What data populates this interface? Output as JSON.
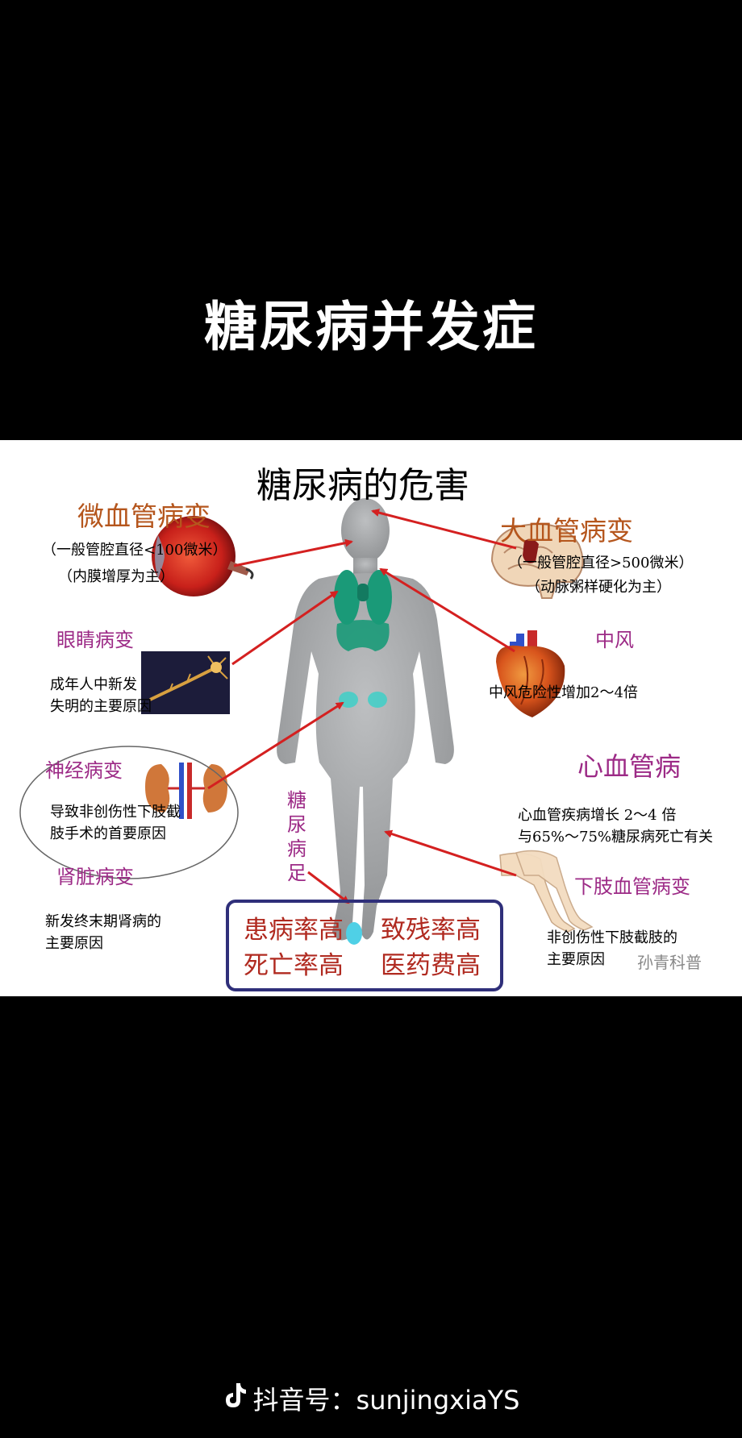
{
  "page": {
    "title": "糖尿病并发症",
    "footer": {
      "account_label": "抖音号：sunjingxiaYS"
    }
  },
  "diagram": {
    "heading": "糖尿病的危害",
    "micro": {
      "title": "微血管病变",
      "note1": "（一般管腔直径<100微米）",
      "note2": "（内膜增厚为主）",
      "eye": {
        "label": "眼睛病变",
        "line1": "成年人中新发",
        "line2": "失明的主要原因"
      },
      "nerve": {
        "label": "神经病变",
        "line1": "导致非创伤性下肢截",
        "line2": "肢手术的首要原因"
      },
      "kidney": {
        "label": "肾脏病变",
        "line1": "新发终末期肾病的",
        "line2": "主要原因"
      }
    },
    "macro": {
      "title": "大血管病变",
      "note1": "（一般管腔直径>500微米）",
      "note2": "（动脉粥样硬化为主）",
      "stroke": {
        "label": "中风",
        "line1": "中风危险性增加2～4倍"
      },
      "heart": {
        "label": "心血管病",
        "line1": "心血管疾病增长 2～4 倍",
        "line2": "与65%～75%糖尿病死亡有关"
      },
      "leg": {
        "label": "下肢血管病变",
        "line1": "非创伤性下肢截肢的",
        "line2": "主要原因"
      }
    },
    "foot": {
      "chars": [
        "糖",
        "尿",
        "病",
        "足"
      ]
    },
    "stats": {
      "item1": "患病率高",
      "item2": "致残率高",
      "item3": "死亡率高",
      "item4": "医药费高"
    },
    "watermark": "孙青科普"
  },
  "colors": {
    "arrow": "#d42020",
    "accent_orange": "#b5561d",
    "label_purple": "#9c2a86",
    "stat_red": "#b02a20",
    "box_border": "#2f2f7a",
    "organ": "#1a9a78",
    "body": "#a7a9ab"
  }
}
